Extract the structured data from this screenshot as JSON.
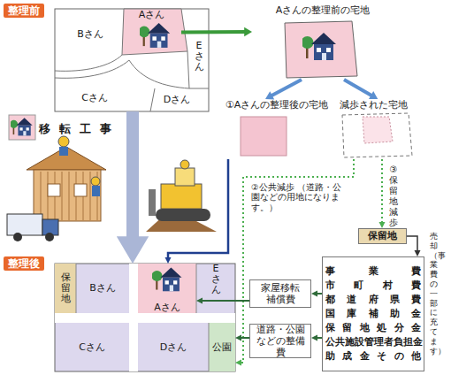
{
  "diagram": {
    "nodes": [
      {
        "text": [
          "整理前"
        ]
      },
      {
        "text": [
          "Bさん"
        ],
        "in": 0
      },
      {
        "text": [
          "Aさん"
        ],
        "in": 0
      },
      {
        "text": [
          "Eさん"
        ],
        "in": 0
      },
      {
        "text": [
          "Cさん"
        ],
        "in": 0
      },
      {
        "text": [
          "Dさん"
        ],
        "in": 0
      },
      {
        "text": [
          "Aさんの整理前の宅地"
        ]
      },
      {
        "text": [
          "①Aさんの整理後の宅地"
        ]
      },
      {
        "text": [
          "減歩された宅地"
        ]
      },
      {
        "text": [
          "保留地"
        ]
      },
      {
        "text": [
          "事業費",
          "市町村費",
          "都道府県費",
          "国庫補助金",
          "保留地処分金",
          "公共施設管理者負担金",
          "助成金その他"
        ]
      },
      {
        "text": [
          "家屋移転補償費"
        ]
      },
      {
        "text": [
          "道路・公園などの整備費"
        ]
      },
      {
        "text": [
          "整理後"
        ]
      },
      {
        "text": [
          "保留地"
        ],
        "in": 13
      },
      {
        "text": [
          "Bさん"
        ],
        "in": 13
      },
      {
        "text": [
          "Aさん"
        ],
        "in": 13
      },
      {
        "text": [
          "Eさん"
        ],
        "in": 13
      },
      {
        "text": [
          "Cさん"
        ],
        "in": 13
      },
      {
        "text": [
          "Dさん"
        ],
        "in": 13
      },
      {
        "text": [
          "公園"
        ],
        "in": 13
      }
    ],
    "edges": [
      {
        "from": 2,
        "to": 6,
        "arrow": "to"
      },
      {
        "from": 6,
        "to": 7,
        "arrow": "to"
      },
      {
        "from": 6,
        "to": 8,
        "arrow": "to"
      },
      {
        "from": 0,
        "to": 13,
        "label": "移転工事",
        "arrow": "to"
      },
      {
        "from": 7,
        "to": 16,
        "arrow": "to"
      },
      {
        "from": 8,
        "to": 20,
        "label": "②公共減歩 （道路・公園などの用地になります。）",
        "arrow": "to"
      },
      {
        "from": 8,
        "to": 9,
        "label": "③保留地減歩",
        "arrow": "to"
      },
      {
        "from": 9,
        "to": 10,
        "label": "売却（事業費の一部に充てます）",
        "arrow": "to"
      },
      {
        "from": 10,
        "to": 11,
        "arrow": "to"
      },
      {
        "from": 10,
        "to": 12,
        "arrow": "to"
      },
      {
        "from": 11,
        "to": 16,
        "arrow": "to"
      },
      {
        "from": 12,
        "to": 20,
        "arrow": "to"
      }
    ]
  }
}
